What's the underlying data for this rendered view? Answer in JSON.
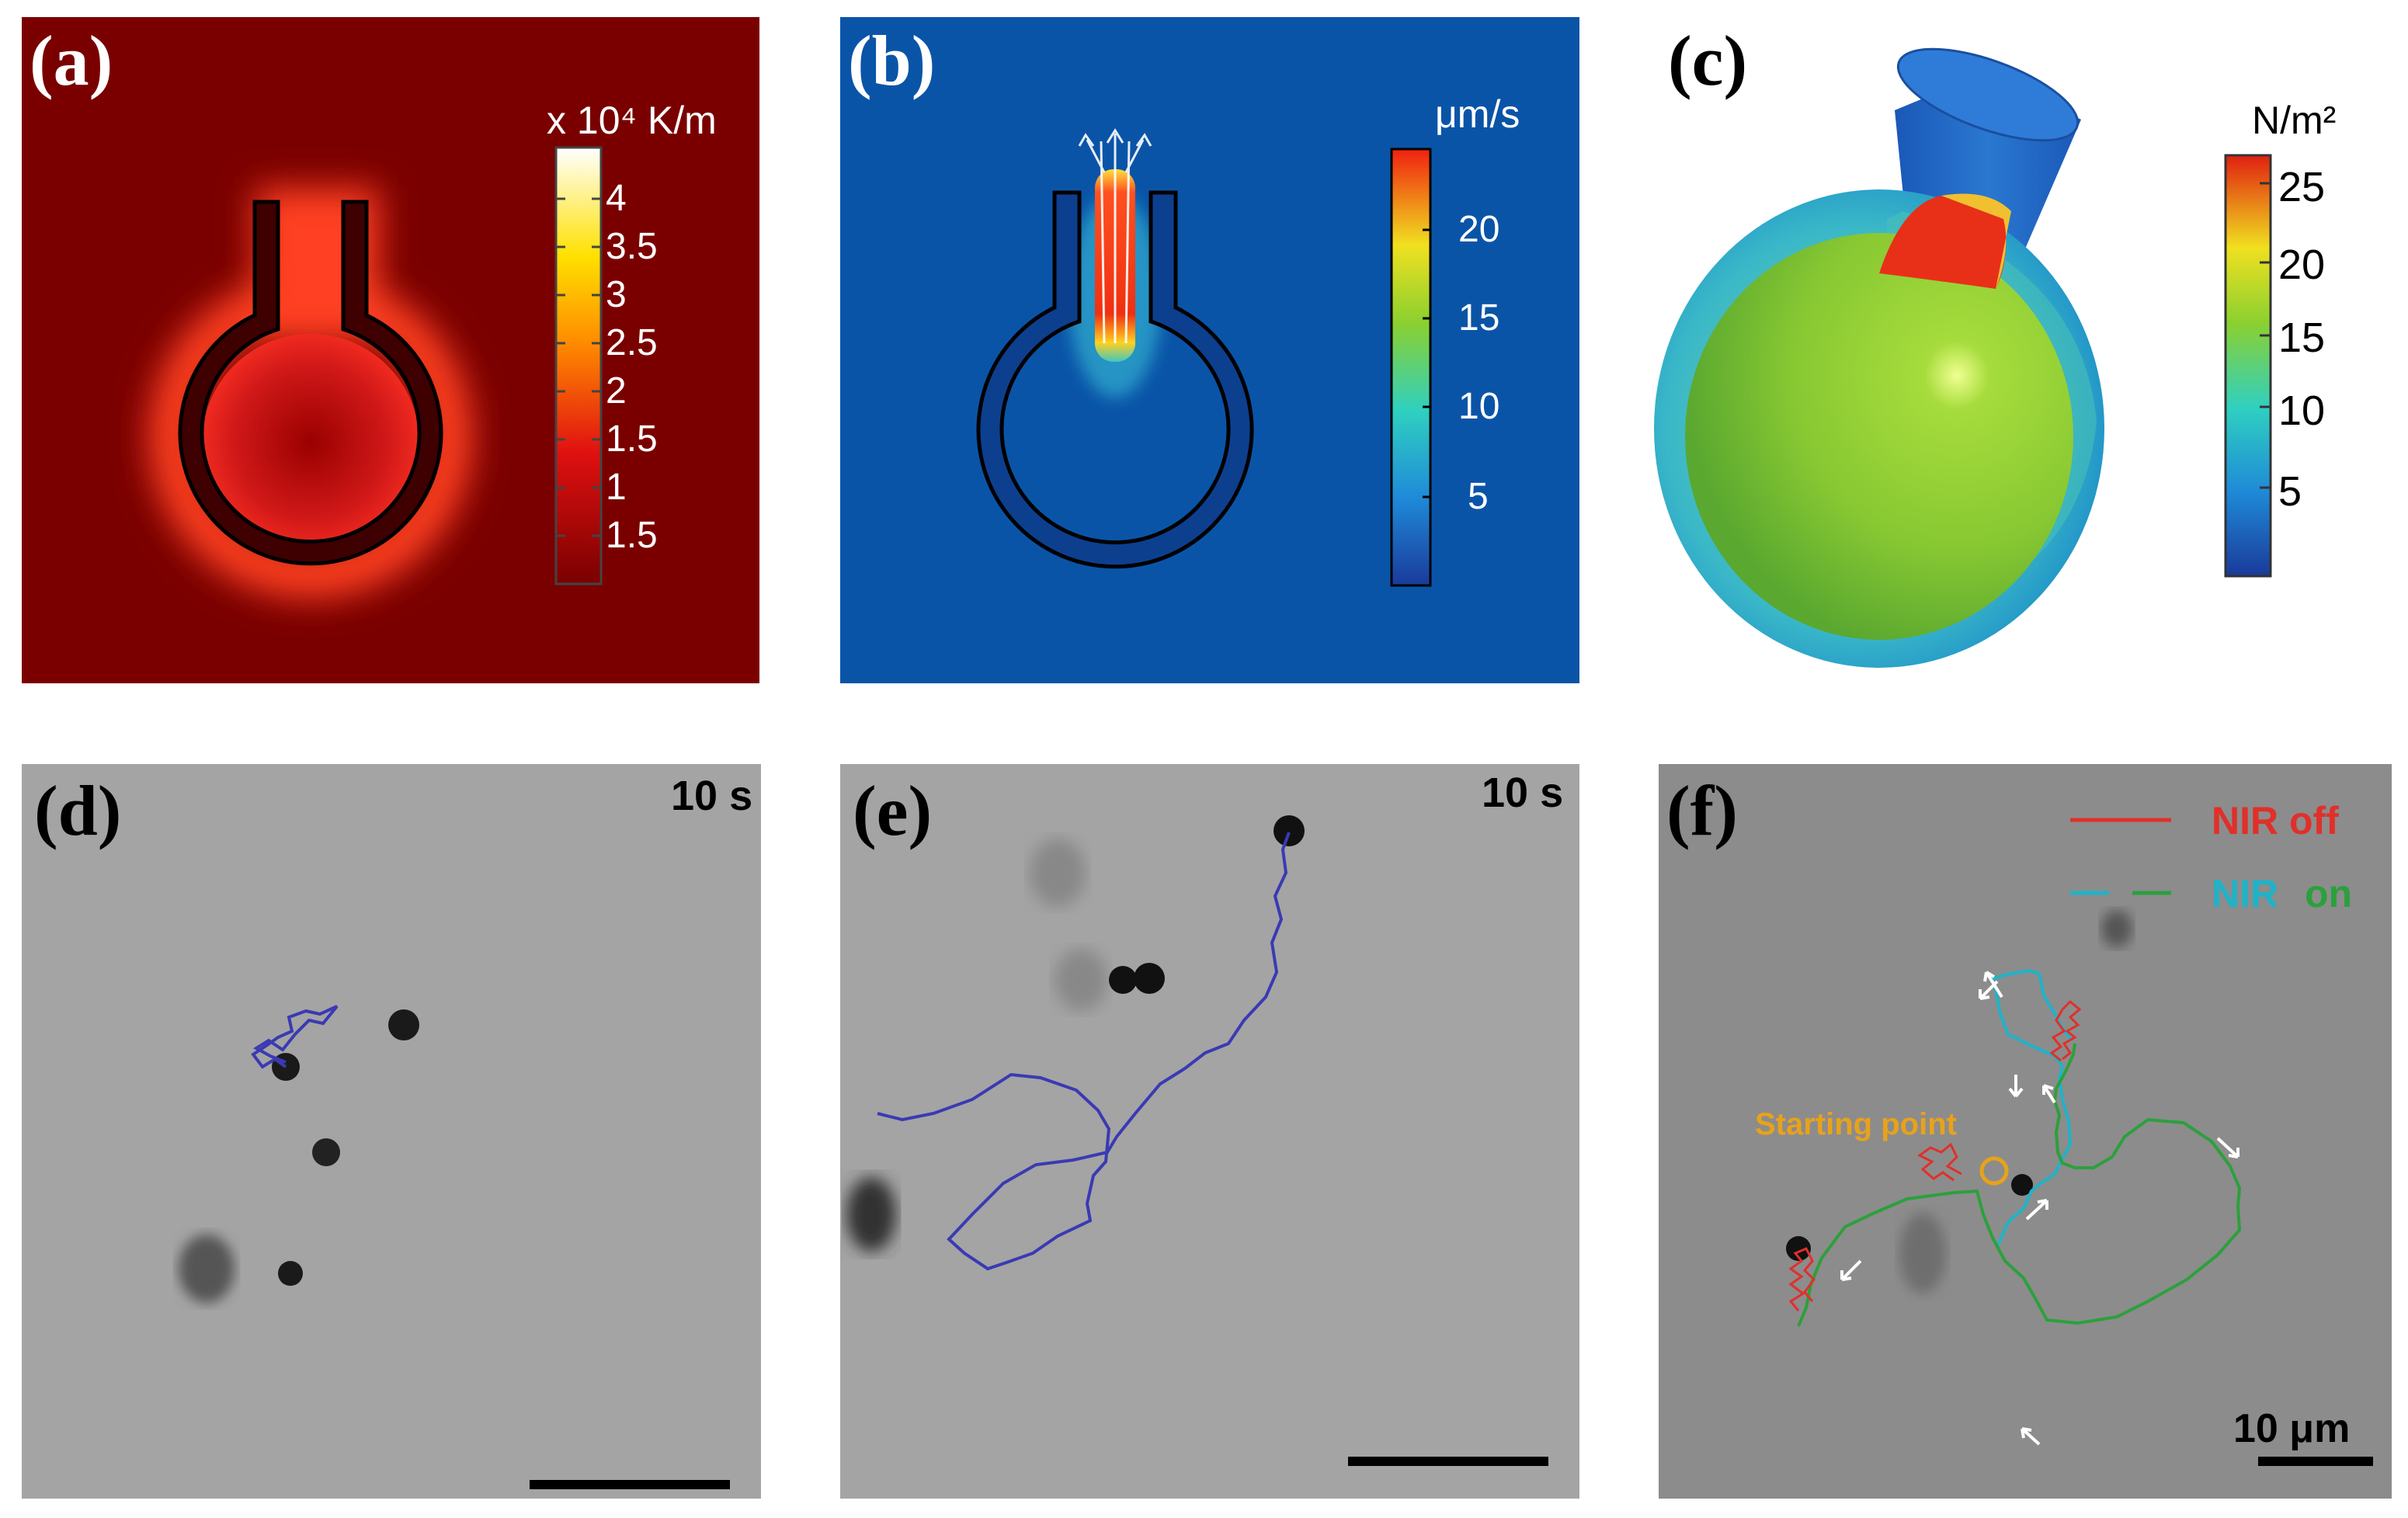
{
  "figure": {
    "panels": {
      "a": {
        "label": "(a)",
        "colorbar_title": "x 10⁴ K/m",
        "colorbar_ticks": [
          "4",
          "3.5",
          "3",
          "2.5",
          "2",
          "1.5",
          "1",
          "1.5"
        ]
      },
      "b": {
        "label": "(b)",
        "colorbar_title": "μm/s",
        "colorbar_ticks": [
          "20",
          "15",
          "10",
          "5"
        ]
      },
      "c": {
        "label": "(c)",
        "colorbar_title": "N/m²",
        "colorbar_ticks": [
          "25",
          "20",
          "15",
          "10",
          "5"
        ]
      },
      "d": {
        "label": "(d)",
        "time": "10 s"
      },
      "e": {
        "label": "(e)",
        "time": "10 s"
      },
      "f": {
        "label": "(f)",
        "legend": {
          "off": "NIR off",
          "on_1": "NIR",
          "on_2": "on"
        },
        "start_label": "Starting point",
        "scale_label": "10 μm"
      }
    },
    "colors": {
      "dark_red_bg": "#7a0000",
      "blue_bg": "#0a54a8",
      "track_blue": "#3a3ab4",
      "nir_off": "#e0302a",
      "nir_on_cyan": "#1fb3c8",
      "nir_on_green": "#2ca03c",
      "start_orange": "#e8a21a"
    }
  }
}
